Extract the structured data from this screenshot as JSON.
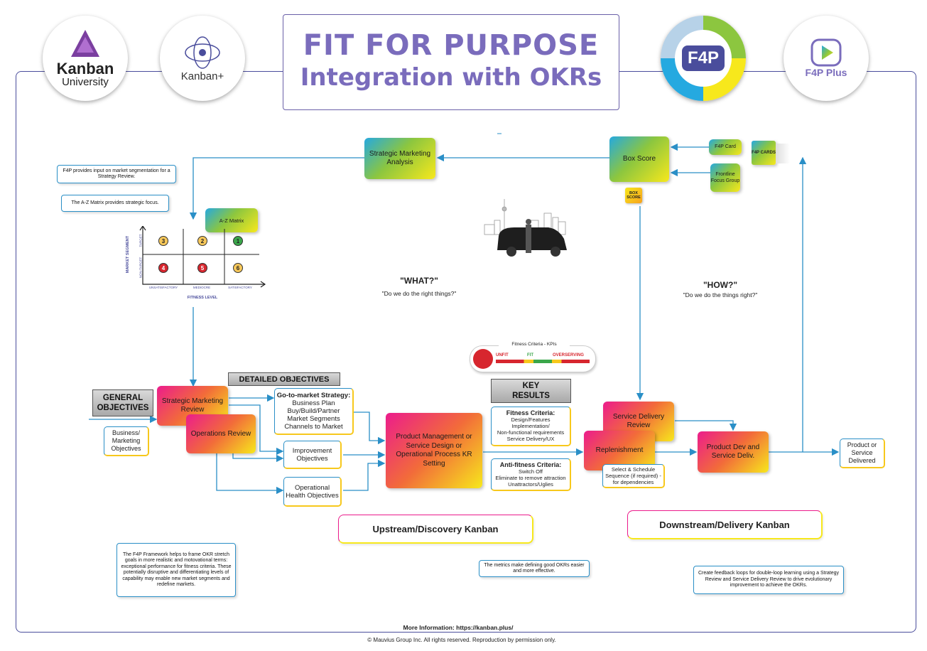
{
  "header": {
    "title": "FIT FOR PURPOSE",
    "subtitle": "Integration with OKRs"
  },
  "logos": {
    "kanban_university": {
      "line1": "Kanban",
      "line2": "University"
    },
    "kanban_plus": "Kanban+",
    "f4p": "F4P",
    "f4p_plus": "F4P Plus"
  },
  "notes": {
    "segmentation": "F4P provides input on market segmentation for a Strategy Review.",
    "az_focus": "The A-Z Matrix provides strategic focus.",
    "framework": "The F4P Framework helps to frame OKR stretch goals in more realistic and motovational terms: exceptional performance for fitness criteria. These potentially disruptive and differentiating levels of capability may enable new market segments and redefine markets.",
    "metrics": "The metrics make defining good OKRs easier and more effective.",
    "feedback": "Create feedback loops for double-loop learning using a Strategy Review and Service Delivery Review to drive evolutionary improvement to achieve the OKRs."
  },
  "boxes": {
    "strategic_marketing_analysis": "Strategic Marketing Analysis",
    "box_score": "Box Score",
    "f4p_card": "F4P Card",
    "frontline_focus_group": "Frontline Focus Group",
    "az_matrix": "A-Z Matrix",
    "strategic_marketing_review": "Strategic Marketing Review",
    "operations_review": "Operations Review",
    "product_management": "Product Management or Service Design or Operational Process KR Setting",
    "service_delivery_review": "Service Delivery Review",
    "replenishment": "Replenishment",
    "product_dev": "Product Dev and Service Deliv.",
    "product_delivered": "Product or Service Delivered"
  },
  "icons": {
    "f4p_cards": "F4P CARDS",
    "box_score_icon": "BOX SCORE"
  },
  "matrix": {
    "ylabel": "MARKET SEGMENT",
    "y_ticks": [
      "TARGET",
      "NON-TARGET"
    ],
    "xlabel": "FITNESS LEVEL",
    "x_ticks": [
      "UNSATISFACTORY",
      "MEDIOCRE",
      "SATISFACTORY"
    ],
    "cells": [
      {
        "n": "3",
        "color": "#f7c85a"
      },
      {
        "n": "2",
        "color": "#f7c85a"
      },
      {
        "n": "1",
        "color": "#3aa64a"
      },
      {
        "n": "4",
        "color": "#d7262e"
      },
      {
        "n": "5",
        "color": "#d7262e"
      },
      {
        "n": "6",
        "color": "#f7c85a"
      }
    ]
  },
  "what": {
    "q": "\"WHAT?\"",
    "sub": "\"Do we do the right things?\""
  },
  "how": {
    "q": "\"HOW?\"",
    "sub": "\"Do we do the things right?\""
  },
  "general_objectives": {
    "line1": "GENERAL",
    "line2": "OBJECTIVES"
  },
  "business_objectives": "Business/ Marketing Objectives",
  "detailed_objectives": "DETAILED OBJECTIVES",
  "gtm": {
    "title": "Go-to-market Strategy:",
    "items": [
      "Business Plan",
      "Buy/Build/Partner",
      "Market Segments",
      "Channels to Market"
    ]
  },
  "improvement_objectives": "Improvement Objectives",
  "operational_health": "Operational Health Objectives",
  "key_results": {
    "line1": "KEY",
    "line2": "RESULTS"
  },
  "fitness_criteria": {
    "title": "Fitness Criteria:",
    "items": [
      "Design/Features",
      "Implementation/",
      "Non-functional requirements",
      "Service Delivery/UX"
    ]
  },
  "anti_fitness": {
    "title": "Anti-fitness Criteria:",
    "items": [
      "Switch Off",
      "Eliminate to remove attraction",
      "Unattractors/Uglies"
    ]
  },
  "kpi": {
    "title": "Fitness Criteria - KPIs",
    "labels": [
      "UNFIT",
      "FIT",
      "OVERSERVING"
    ]
  },
  "select_schedule": "Select & Schedule Sequence (if required) - for dependencies",
  "upstream": "Upstream/Discovery Kanban",
  "downstream": "Downstream/Delivery Kanban",
  "footer": {
    "info": "More Information: https://kanban.plus/",
    "copyright": "© Mauvius Group Inc. All rights reserved. Reproduction by permission only."
  },
  "colors": {
    "frame": "#4a4d9c",
    "title": "#7a6cbc",
    "line": "#2a8fc7"
  }
}
